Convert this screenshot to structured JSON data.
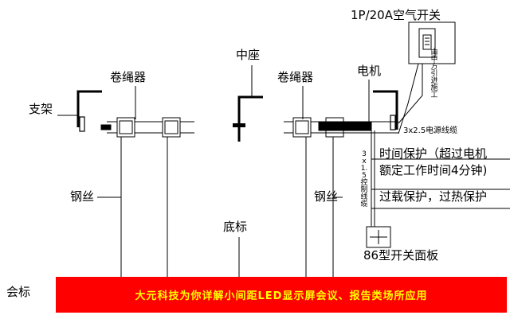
{
  "labels": {
    "air_switch": "1P/20A空气开关",
    "center_mount": "中座",
    "winch_left": "卷绳器",
    "winch_right": "卷绳器",
    "motor": "电机",
    "bracket": "支架",
    "wire_left": "钢丝",
    "wire_right": "钢丝",
    "bottom_mark": "底标",
    "meeting_mark": "会标",
    "panel_86": "86型开关面板",
    "power_cable": "3x2.5电源线缆",
    "control_cable": "3x1.5控制线缆",
    "vertical_note": "由甲方引进施工"
  },
  "protection": {
    "line1": "时间保护（超过电机",
    "line2": "额定工作时间4分钟)",
    "line3": "过载保护，过热保护"
  },
  "banner": {
    "text": "大元科技为你详解小间距LED显示屏会议、报告类场所应用"
  },
  "colors": {
    "banner_bg": "#ff0000",
    "banner_text": "#ffff00"
  }
}
